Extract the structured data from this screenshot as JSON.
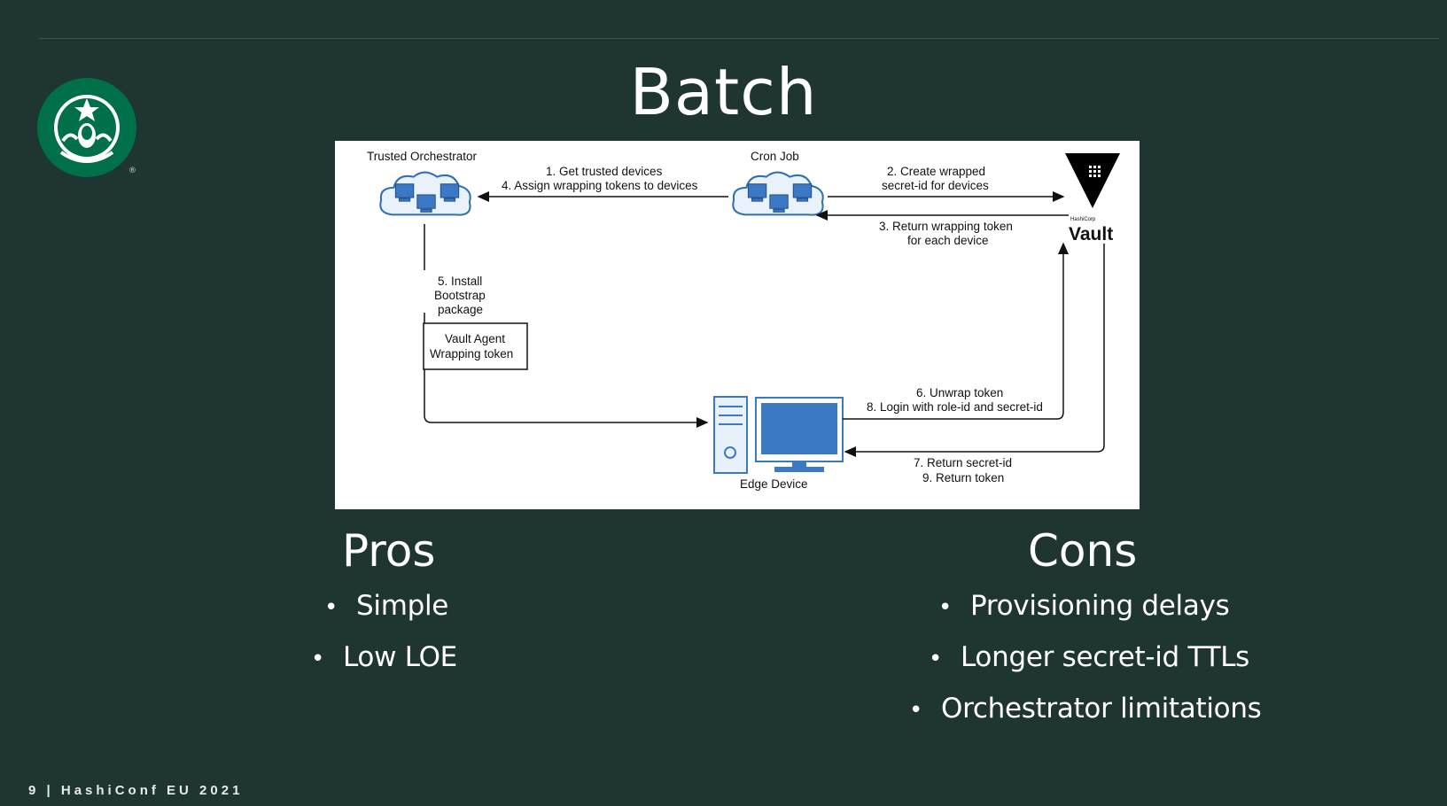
{
  "slide": {
    "title": "Batch",
    "footer": "9 | HashiConf EU 2021"
  },
  "logo": {
    "name": "starbucks-logo",
    "color": "#00704A"
  },
  "diagram": {
    "nodes": {
      "orchestrator": "Trusted Orchestrator",
      "cron": "Cron Job",
      "vault_small": "HashiCorp",
      "vault": "Vault",
      "agent_line1": "Vault Agent",
      "agent_line2": "Wrapping token",
      "edge": "Edge Device"
    },
    "edges": {
      "e1_line1": "1. Get trusted devices",
      "e1_line2": "4. Assign wrapping tokens to devices",
      "e2_line1": "2. Create wrapped",
      "e2_line2": "secret-id for devices",
      "e3_line1": "3. Return wrapping token",
      "e3_line2": "for each device",
      "e5_line1": "5. Install",
      "e5_line2": "Bootstrap",
      "e5_line3": "package",
      "e6_line1": "6. Unwrap token",
      "e6_line2": "8. Login with role-id and secret-id",
      "e7_line1": "7. Return secret-id",
      "e7_line2": "9. Return token"
    }
  },
  "pros": {
    "heading": "Pros",
    "items": [
      "Simple",
      "Low LOE"
    ]
  },
  "cons": {
    "heading": "Cons",
    "items": [
      "Provisioning delays",
      "Longer secret-id TTLs",
      "Orchestrator limitations"
    ]
  },
  "colors": {
    "background": "#1f3531",
    "device_blue": "#3b79c4",
    "cloud_blue": "#2f6fb5"
  }
}
